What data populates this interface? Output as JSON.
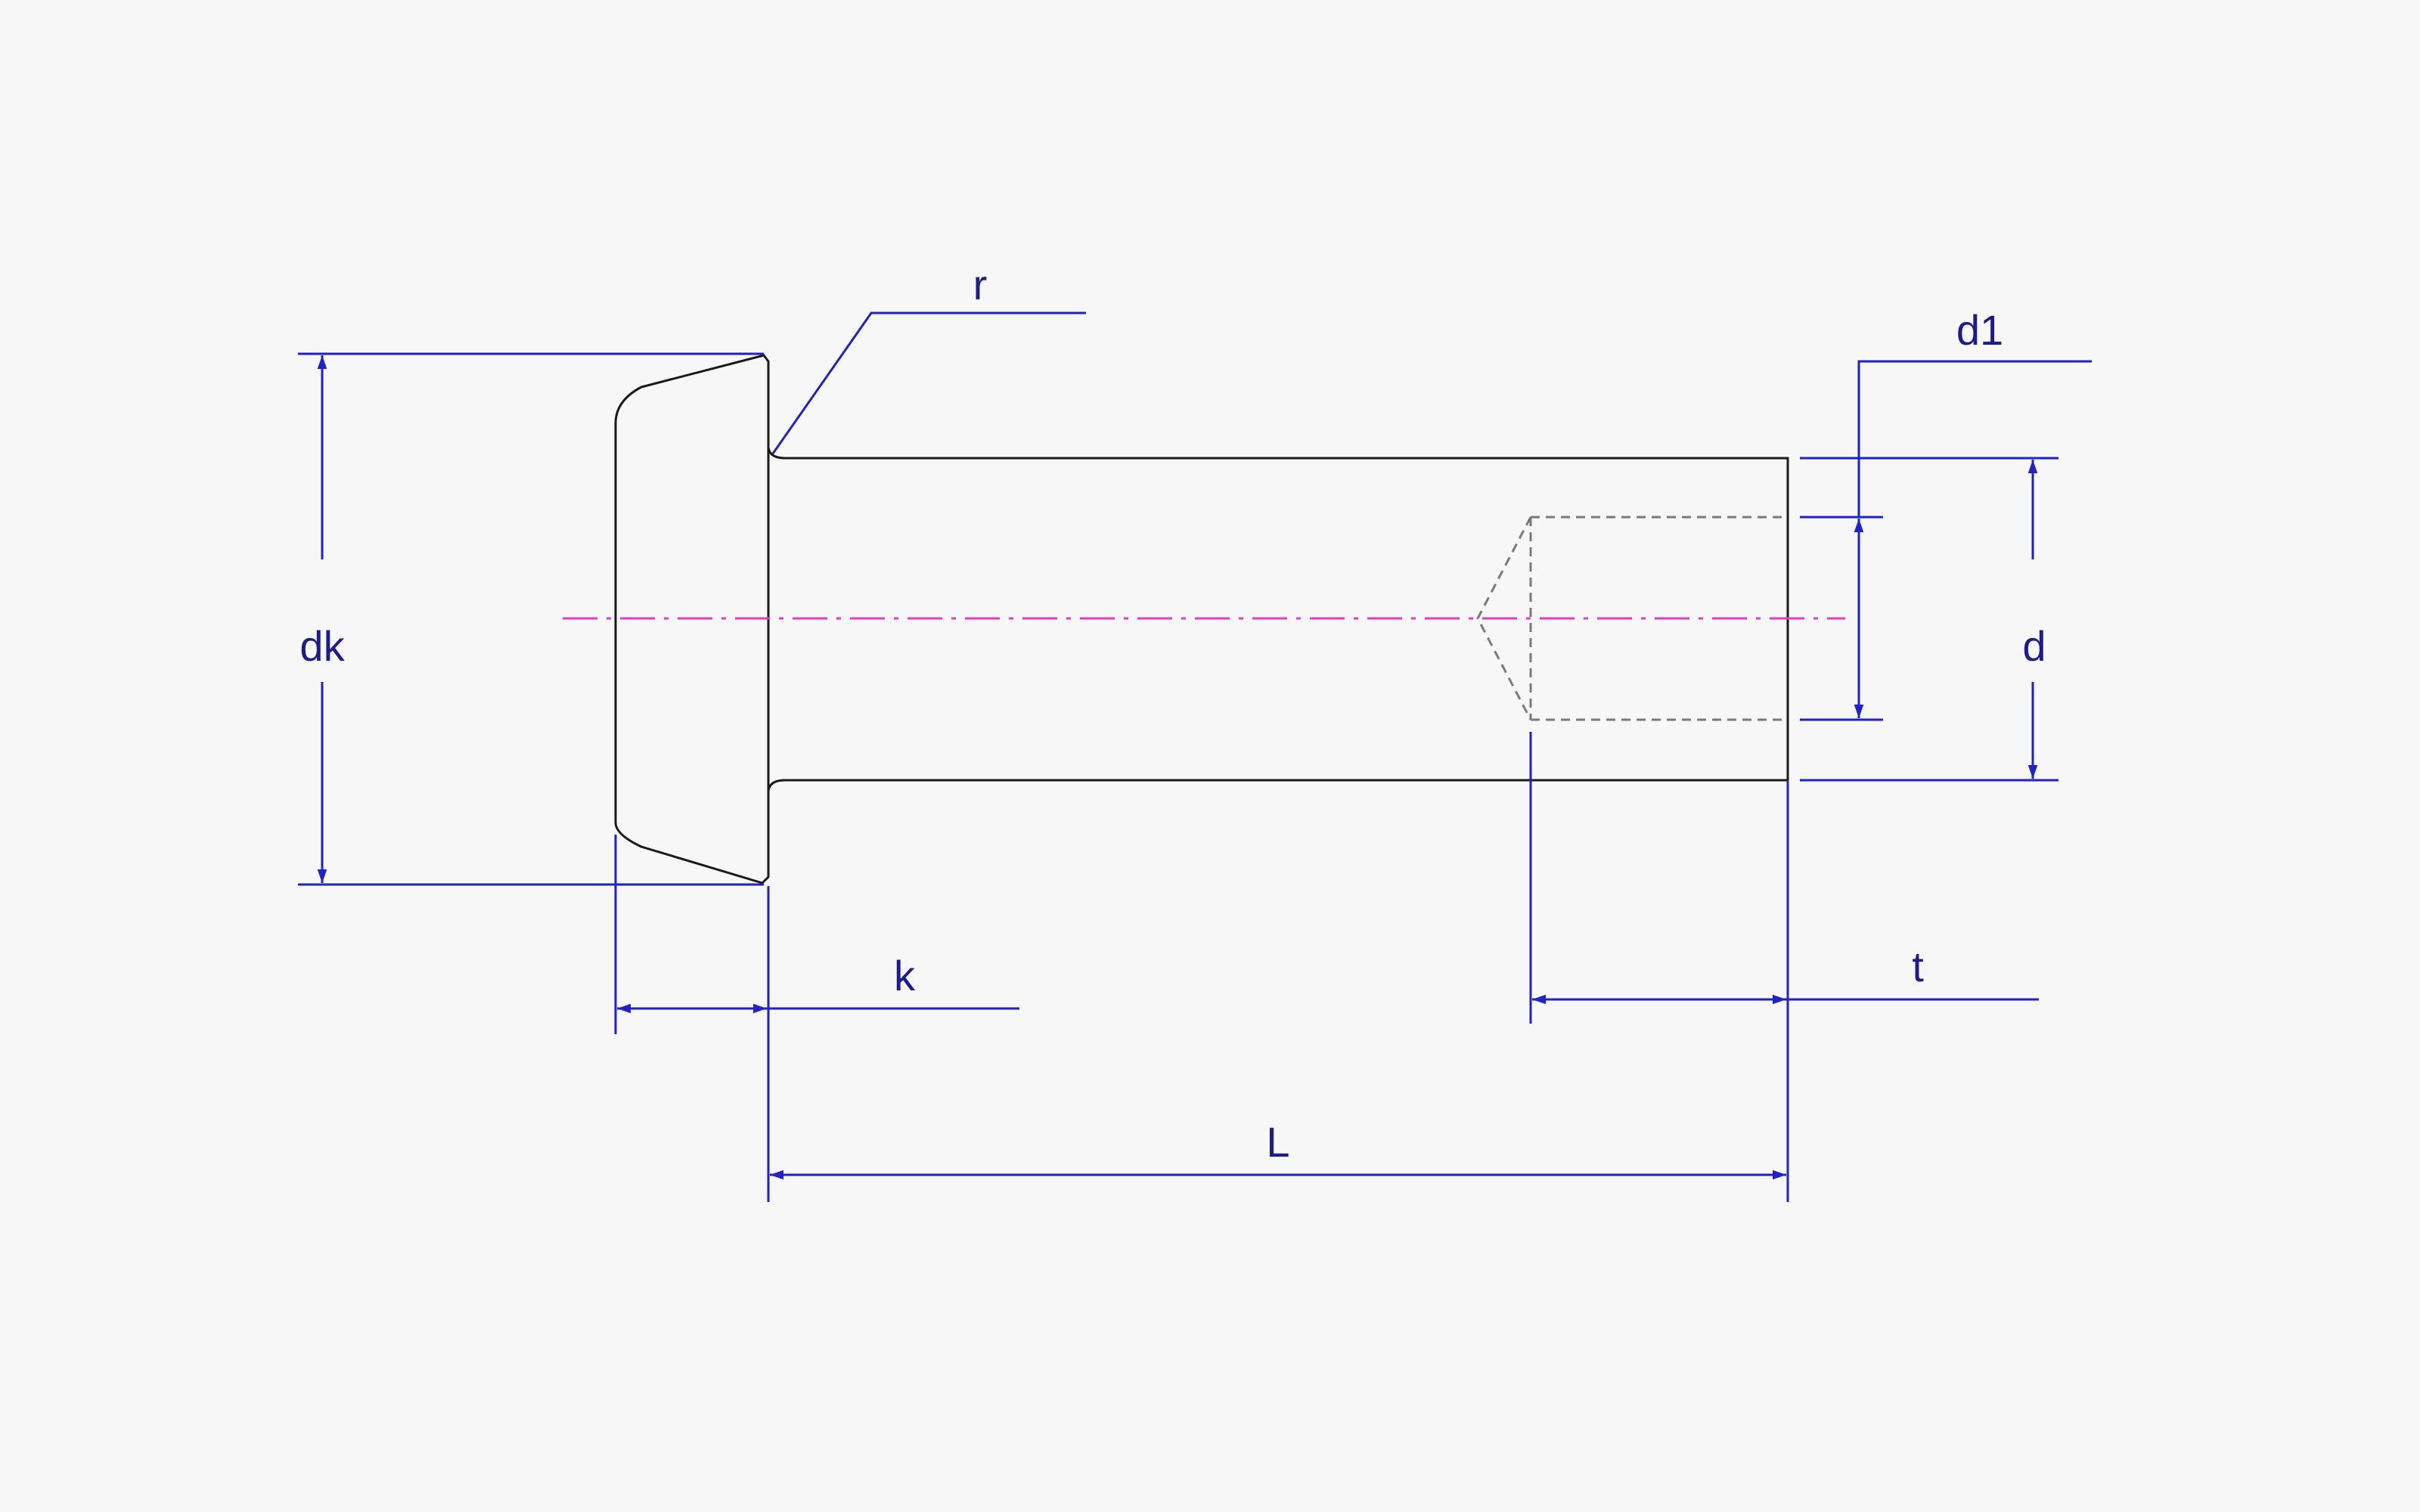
{
  "drawing": {
    "colors": {
      "background": "#f7f7f7",
      "outline": "#1a1a1a",
      "hidden_line": "#7a7a7a",
      "dimension": "#1f22c8",
      "label": "#1c1c8c",
      "centerline": "#e23cc0"
    },
    "labels": {
      "r": "r",
      "d1": "d1",
      "dk": "dk",
      "d": "d",
      "k": "k",
      "t": "t",
      "L": "L"
    }
  }
}
